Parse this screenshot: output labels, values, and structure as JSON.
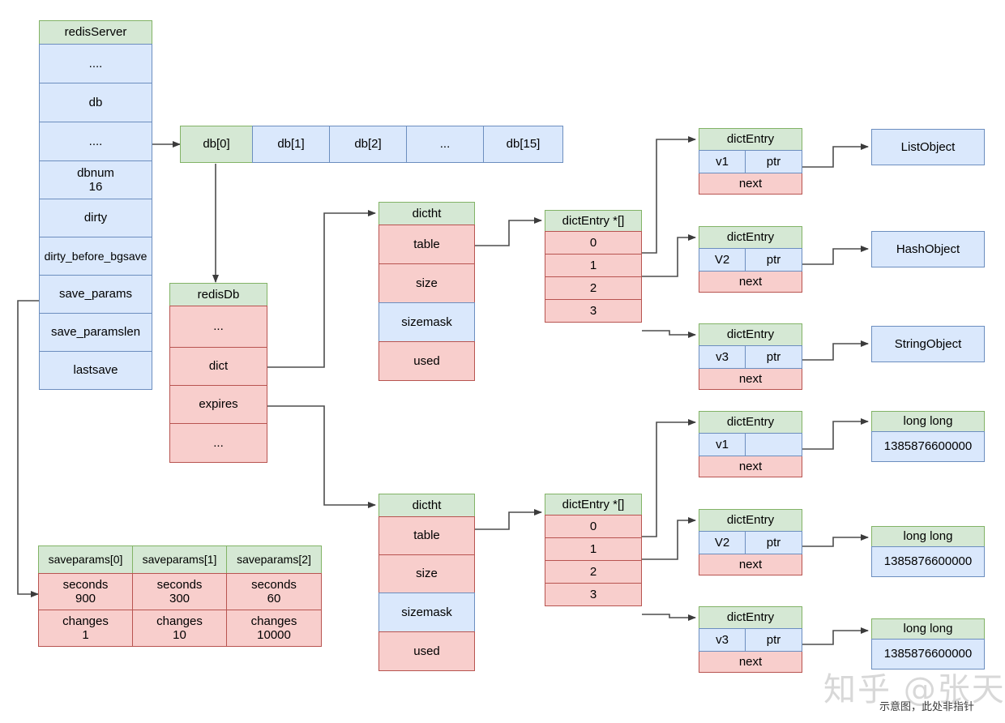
{
  "diagram": {
    "title": "Redis server / db / dict structure diagram",
    "caption": "示意图，此处非指针",
    "watermark": "知乎 @张天",
    "colors": {
      "green_fill": "#d5e8d4",
      "green_stroke": "#82b366",
      "blue_fill": "#dae8fc",
      "blue_stroke": "#6c8ebf",
      "red_fill": "#f8cecc",
      "red_stroke": "#b85450",
      "wire": "#4d4d4d"
    }
  },
  "redis_server": {
    "header": "redisServer",
    "fields": [
      "....",
      "db",
      "....",
      "dbnum\n16",
      "dirty",
      "dirty_before_bgsave",
      "save_params",
      "save_paramslen",
      "lastsave"
    ]
  },
  "db_array": {
    "cells": [
      "db[0]",
      "db[1]",
      "db[2]",
      "...",
      "db[15]"
    ]
  },
  "redis_db": {
    "header": "redisDb",
    "fields": [
      "...",
      "dict",
      "expires",
      "..."
    ]
  },
  "dictht_top": {
    "header": "dictht",
    "fields": [
      "table",
      "size",
      "sizemask",
      "used"
    ]
  },
  "dictht_bottom": {
    "header": "dictht",
    "fields": [
      "table",
      "size",
      "sizemask",
      "used"
    ]
  },
  "bucket_top": {
    "header": "dictEntry *[]",
    "slots": [
      "0",
      "1",
      "2",
      "3"
    ]
  },
  "bucket_bottom": {
    "header": "dictEntry *[]",
    "slots": [
      "0",
      "1",
      "2",
      "3"
    ]
  },
  "entries_top": [
    {
      "header": "dictEntry",
      "key": "v1",
      "ptr": "ptr",
      "next": "next",
      "target": {
        "header": "ListObject",
        "value": ""
      }
    },
    {
      "header": "dictEntry",
      "key": "V2",
      "ptr": "ptr",
      "next": "next",
      "target": {
        "header": "HashObject",
        "value": ""
      }
    },
    {
      "header": "dictEntry",
      "key": "v3",
      "ptr": "ptr",
      "next": "next",
      "target": {
        "header": "StringObject",
        "value": ""
      }
    }
  ],
  "entries_bottom": [
    {
      "header": "dictEntry",
      "key": "v1",
      "ptr": "",
      "next": "next",
      "target": {
        "header": "long long",
        "value": "1385876600000"
      }
    },
    {
      "header": "dictEntry",
      "key": "V2",
      "ptr": "ptr",
      "next": "next",
      "target": {
        "header": "long long",
        "value": "1385876600000"
      }
    },
    {
      "header": "dictEntry",
      "key": "v3",
      "ptr": "ptr",
      "next": "next",
      "target": {
        "header": "long long",
        "value": "1385876600000"
      }
    }
  ],
  "saveparams_table": {
    "headers": [
      "saveparams[0]",
      "saveparams[1]",
      "saveparams[2]"
    ],
    "rows": [
      [
        "seconds\n900",
        "seconds\n300",
        "seconds\n60"
      ],
      [
        "changes\n1",
        "changes\n10",
        "changes\n10000"
      ]
    ]
  }
}
